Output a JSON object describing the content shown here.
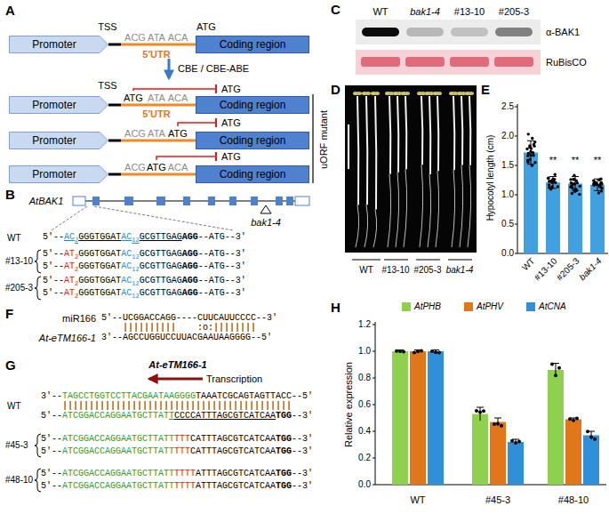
{
  "diagram": {
    "nodes": [
      {
        "text": [
          "Promoter"
        ]
      },
      {
        "text": [
          "Coding region"
        ]
      },
      {
        "text": [
          "Promoter"
        ]
      },
      {
        "text": [
          "Coding region"
        ]
      },
      {
        "text": [
          "Promoter"
        ]
      },
      {
        "text": [
          "Coding region"
        ]
      },
      {
        "text": [
          "Promoter"
        ]
      },
      {
        "text": [
          "Coding region"
        ]
      }
    ],
    "labels": [
      "A",
      "TSS",
      "ACG",
      "ATA",
      "ACA",
      "ATG",
      "5′UTR",
      "CBE / CBE-ABE",
      "TSS",
      "ATG",
      "ATA",
      "ACA",
      "ATG",
      "5′UTR",
      "ACG",
      "ATA",
      "ATG",
      "ATG",
      "ACG",
      "ATG",
      "ACA",
      "ATG",
      "uORF mutant",
      "B",
      "AtBAK1",
      "bak1-4",
      "WT",
      "5′--AC2GGGTGGATAC12GCGTTGAGAGG--ATG--3′",
      "#13-10",
      "5′--AT2GGGTGGATAC12GCGTTGAGAGG--ATG--3′",
      "5′--AT2GGGTGGATAC12GCGTTGAGAGG--ATG--3′",
      "#205-3",
      "5′--AT2GGGTGGATAC12GCGTTGAGAGG--ATG--3′",
      "5′--AT2GGGTGGATAC12GCGTTGAGAGG--ATG--3′",
      "C",
      "WT",
      "bak1-4",
      "#13-10",
      "#205-3",
      "α-BAK1",
      "RuBisCO",
      "D",
      "WT",
      "#13-10",
      "#205-3",
      "bak1-4",
      "E",
      "Hypocotyl length (cm)",
      "0.0",
      "0.5",
      "1.0",
      "1.5",
      "2.0",
      "2.5",
      "**",
      "**",
      "**",
      "WT",
      "#13-10",
      "#205-3",
      "bak1-4",
      "F",
      "miR166",
      "5′--UCGGACCAGG----CUUCAUUCCCC--3′",
      "||||||||||    :o:||||||||",
      "At-eTM166-1",
      "3′--AGCCUGGUCCUUACGAAUAAGGGG--5′",
      "G",
      "At-eTM166-1",
      "Transcription",
      "WT",
      "3′--TAGCCTGGTCCTTACGAATAAGGGGTAAATCGCAGTAGTTACC--5′",
      "|||||||||||||||||||||||||||||||||||||||||||",
      "5′--ATCGGACCAGGAATGCTTATTCCCCATTTAGCGTCATCAATGG--3′",
      "#45-3",
      "5′--ATCGGACCAGGAATGCTTATTTTTCATTTAGCGTCATCAATGG--3′",
      "5′--ATCGGACCAGGAATGCTTATTTTTCATTTAGCGTCATCAATGG--3′",
      "#48-10",
      "5′--ATCGGACCAGGAATGCTTATTTTTTATTTAGCGTCATCAATGG--3′",
      "5′--ATCGGACCAGGAATGCTTATTTTTTATTTAGCGTCATCAATGG--3′",
      "H",
      "Relative expression",
      "0.0",
      "0.2",
      "0.4",
      "0.6",
      "0.8",
      "1.0",
      "1.2",
      "WT",
      "#45-3",
      "#48-10"
    ],
    "legend": [
      {
        "text": "AtPHB",
        "color": "#8fd14f"
      },
      {
        "text": "AtPHV",
        "color": "#e2761b"
      },
      {
        "text": "AtCNA",
        "color": "#2f8fd8"
      }
    ]
  }
}
